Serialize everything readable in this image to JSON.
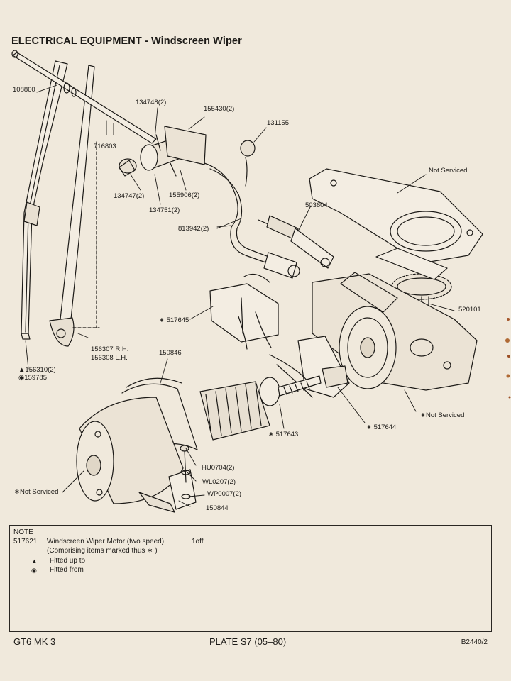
{
  "page": {
    "title": "ELECTRICAL EQUIPMENT - Windscreen Wiper"
  },
  "callouts": {
    "c108860": "108860",
    "c716803": "716803",
    "c134748": "134748(2)",
    "c155430": "155430(2)",
    "c131155": "131155",
    "c134747": "134747(2)",
    "c134751": "134751(2)",
    "c155906": "155906(2)",
    "c813942": "813942(2)",
    "c503604": "503604",
    "c_not_serviced_top": "Not  Serviced",
    "c520101": "520101",
    "c517645": "517645",
    "c156307": "156307 R.H.",
    "c156308": "156308 L.H.",
    "c156310": "156310(2)",
    "c159785": "159785",
    "c150846": "150846",
    "c517643": "517643",
    "c517644": "517644",
    "c_not_serviced_right": "Not  Serviced",
    "cHU0704": "HU0704(2)",
    "cWL0207": "WL0207(2)",
    "cWP0007": "WP0007(2)",
    "c150844": "150844",
    "c_not_serviced_left": "Not  Serviced"
  },
  "note": {
    "heading": "NOTE",
    "part_number": "517621",
    "description": "Windscreen Wiper Motor (two speed)",
    "quantity": "1off",
    "comprising": "(Comprising items marked thus ∗ )",
    "legend": [
      {
        "symbol": "▲",
        "text": "Fitted up to"
      },
      {
        "symbol": "◉",
        "text": "Fitted from"
      }
    ]
  },
  "footer": {
    "model": "GT6 MK 3",
    "plate": "PLATE S7 (05–80)",
    "ref": "B2440/2"
  },
  "symbols": {
    "asterisk": "∗",
    "triangle": "▲",
    "bullseye": "◉"
  },
  "colors": {
    "paper": "#f0e9dc",
    "ink": "#1c1a17"
  }
}
